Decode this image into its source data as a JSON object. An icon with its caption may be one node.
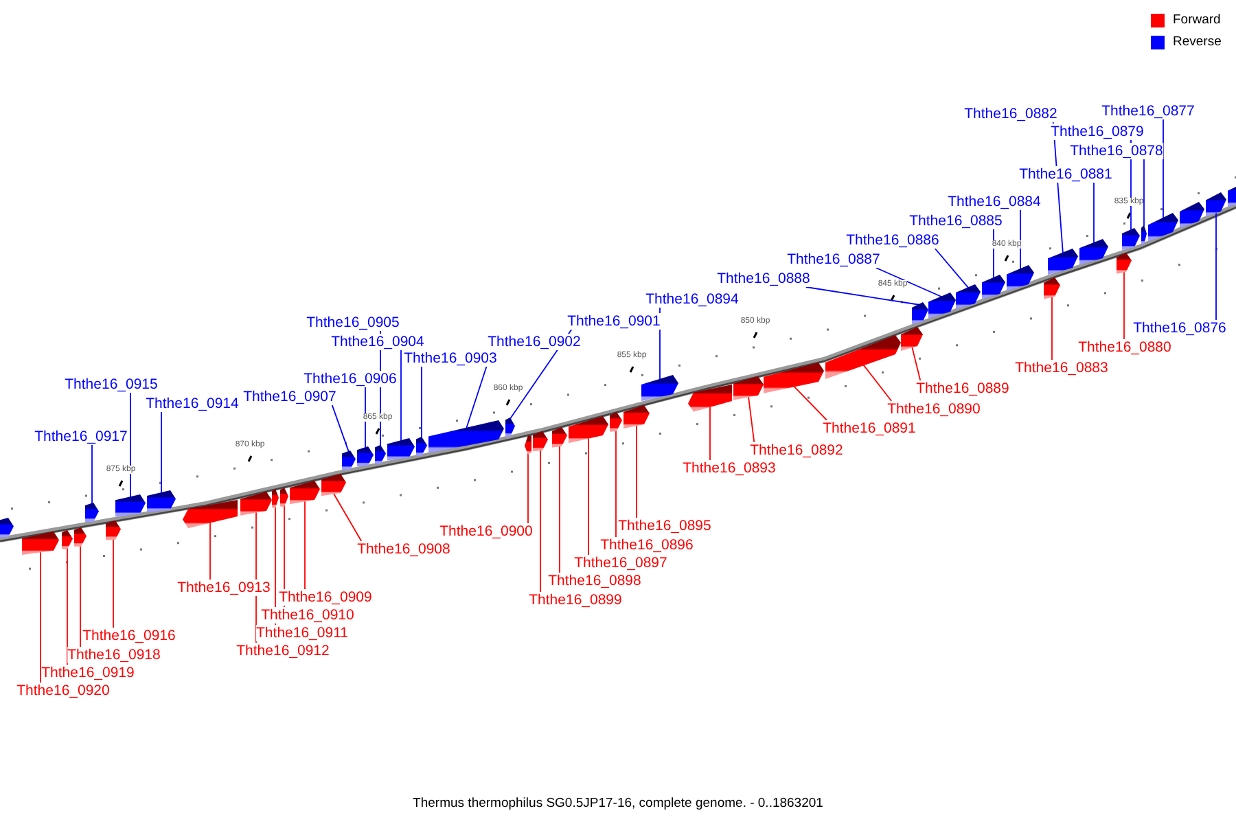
{
  "diagram": {
    "caption": "Thermus thermophilus SG0.5JP17-16, complete genome. - 0..1863201",
    "nodes": [
      {
        "text": [
          "Ththe16_0877"
        ]
      },
      {
        "text": [
          "Ththe16_0882"
        ]
      },
      {
        "text": [
          "Ththe16_0879"
        ]
      },
      {
        "text": [
          "Ththe16_0878"
        ]
      },
      {
        "text": [
          "Ththe16_0881"
        ]
      },
      {
        "text": [
          "Ththe16_0884"
        ]
      },
      {
        "text": [
          "Ththe16_0885"
        ]
      },
      {
        "text": [
          "Ththe16_0886"
        ]
      },
      {
        "text": [
          "Ththe16_0887"
        ]
      },
      {
        "text": [
          "Ththe16_0888"
        ]
      },
      {
        "text": [
          "Ththe16_0894"
        ]
      },
      {
        "text": [
          "Ththe16_0901"
        ]
      },
      {
        "text": [
          "Ththe16_0905"
        ]
      },
      {
        "text": [
          "Ththe16_0876"
        ]
      },
      {
        "text": [
          "Ththe16_0904"
        ]
      },
      {
        "text": [
          "Ththe16_0902"
        ]
      },
      {
        "text": [
          "Ththe16_0880"
        ]
      },
      {
        "text": [
          "Ththe16_0903"
        ]
      },
      {
        "text": [
          "Ththe16_0883"
        ]
      },
      {
        "text": [
          "Ththe16_0906"
        ]
      },
      {
        "text": [
          "Ththe16_0915"
        ]
      },
      {
        "text": [
          "Ththe16_0889"
        ]
      },
      {
        "text": [
          "Ththe16_0907"
        ]
      },
      {
        "text": [
          "Ththe16_0914"
        ]
      },
      {
        "text": [
          "Ththe16_0890"
        ]
      },
      {
        "text": [
          "Ththe16_0891"
        ]
      },
      {
        "text": [
          "Ththe16_0917"
        ]
      },
      {
        "text": [
          "Ththe16_0892"
        ]
      },
      {
        "text": [
          "Ththe16_0893"
        ]
      },
      {
        "text": [
          "Ththe16_0895"
        ]
      },
      {
        "text": [
          "Ththe16_0900"
        ]
      },
      {
        "text": [
          "Ththe16_0896"
        ]
      },
      {
        "text": [
          "Ththe16_0908"
        ]
      },
      {
        "text": [
          "Ththe16_0897"
        ]
      },
      {
        "text": [
          "Ththe16_0898"
        ]
      },
      {
        "text": [
          "Ththe16_0913"
        ]
      },
      {
        "text": [
          "Ththe16_0909"
        ]
      },
      {
        "text": [
          "Ththe16_0899"
        ]
      },
      {
        "text": [
          "Ththe16_0910"
        ]
      },
      {
        "text": [
          "Ththe16_0911"
        ]
      },
      {
        "text": [
          "Ththe16_0916"
        ]
      },
      {
        "text": [
          "Ththe16_0912"
        ]
      },
      {
        "text": [
          "Ththe16_0918"
        ]
      },
      {
        "text": [
          "Ththe16_0919"
        ]
      },
      {
        "text": [
          "Ththe16_0920"
        ]
      },
      {
        "text": [],
        "shape": "arrow"
      },
      {
        "text": [],
        "shape": "arrow"
      },
      {
        "text": [],
        "shape": "arrow"
      },
      {
        "text": [],
        "shape": "arrow"
      },
      {
        "text": [],
        "shape": "arrow"
      },
      {
        "text": [],
        "shape": "arrow"
      },
      {
        "text": [],
        "shape": "arrow"
      },
      {
        "text": [],
        "shape": "arrow"
      },
      {
        "text": [],
        "shape": "arrow"
      },
      {
        "text": [],
        "shape": "arrow"
      },
      {
        "text": [],
        "shape": "arrow"
      },
      {
        "text": [],
        "shape": "arrow"
      },
      {
        "text": [],
        "shape": "arrow"
      },
      {
        "text": [],
        "shape": "arrow"
      },
      {
        "text": [],
        "shape": "arrow"
      },
      {
        "text": [],
        "shape": "arrow"
      },
      {
        "text": [],
        "shape": "arrow"
      },
      {
        "text": [],
        "shape": "arrow"
      },
      {
        "text": [],
        "shape": "arrow"
      },
      {
        "text": [],
        "shape": "arrow"
      },
      {
        "text": [],
        "shape": "arrow"
      },
      {
        "text": [],
        "shape": "arrow"
      },
      {
        "text": [],
        "shape": "arrow"
      },
      {
        "text": [],
        "shape": "arrow"
      },
      {
        "text": [],
        "shape": "arrow"
      },
      {
        "text": [],
        "shape": "arrow"
      },
      {
        "text": [],
        "shape": "arrow"
      },
      {
        "text": [],
        "shape": "arrow"
      },
      {
        "text": [],
        "shape": "arrow"
      },
      {
        "text": [],
        "shape": "arrow"
      },
      {
        "text": [],
        "shape": "arrow"
      },
      {
        "text": [],
        "shape": "arrow"
      },
      {
        "text": [],
        "shape": "arrow"
      },
      {
        "text": [],
        "shape": "arrow"
      },
      {
        "text": [],
        "shape": "arrow"
      },
      {
        "text": [],
        "shape": "arrow"
      },
      {
        "text": [],
        "shape": "arrow"
      },
      {
        "text": [],
        "shape": "arrow"
      },
      {
        "text": [],
        "shape": "arrow"
      },
      {
        "text": [],
        "shape": "arrow"
      },
      {
        "text": [],
        "shape": "arrow"
      },
      {
        "text": [],
        "shape": "arrow"
      },
      {
        "text": [],
        "shape": "arrow"
      },
      {
        "text": [],
        "shape": "arrow"
      },
      {
        "text": [],
        "shape": "arrow"
      },
      {
        "text": [],
        "shape": "arrow"
      },
      {
        "text": [],
        "shape": "arrow"
      },
      {
        "text": [],
        "shape": "arrow"
      }
    ],
    "edges": [
      {
        "from": 0,
        "to": 89,
        "arrow": "none",
        "color": "#0000ff"
      },
      {
        "from": 1,
        "to": 84,
        "arrow": "none",
        "color": "#0000ff"
      },
      {
        "from": 2,
        "to": 87,
        "arrow": "none",
        "color": "#0000ff"
      },
      {
        "from": 3,
        "to": 88,
        "arrow": "none",
        "color": "#0000ff"
      },
      {
        "from": 4,
        "to": 85,
        "arrow": "none",
        "color": "#0000ff"
      },
      {
        "from": 5,
        "to": 82,
        "arrow": "none",
        "color": "#0000ff"
      },
      {
        "from": 6,
        "to": 81,
        "arrow": "none",
        "color": "#0000ff"
      },
      {
        "from": 7,
        "to": 80,
        "arrow": "none",
        "color": "#0000ff"
      },
      {
        "from": 8,
        "to": 79,
        "arrow": "none",
        "color": "#0000ff"
      },
      {
        "from": 9,
        "to": 78,
        "arrow": "none",
        "color": "#0000ff"
      },
      {
        "from": 10,
        "to": 72,
        "arrow": "none",
        "color": "#0000ff"
      },
      {
        "from": 11,
        "to": 65,
        "arrow": "none",
        "color": "#0000ff"
      },
      {
        "from": 12,
        "to": 61,
        "arrow": "none",
        "color": "#0000ff"
      },
      {
        "from": 13,
        "to": 91,
        "arrow": "none",
        "color": "#0000ff"
      },
      {
        "from": 14,
        "to": 62,
        "arrow": "none",
        "color": "#0000ff"
      },
      {
        "from": 15,
        "to": 64,
        "arrow": "none",
        "color": "#0000ff"
      },
      {
        "from": 16,
        "to": 86,
        "arrow": "none"
      },
      {
        "from": 17,
        "to": 63,
        "arrow": "none",
        "color": "#0000ff"
      },
      {
        "from": 18,
        "to": 83,
        "arrow": "none"
      },
      {
        "from": 19,
        "to": 60,
        "arrow": "none",
        "color": "#0000ff"
      },
      {
        "from": 20,
        "to": 51,
        "arrow": "none",
        "color": "#0000ff"
      },
      {
        "from": 21,
        "to": 77,
        "arrow": "none"
      },
      {
        "from": 22,
        "to": 59,
        "arrow": "none",
        "color": "#0000ff"
      },
      {
        "from": 23,
        "to": 52,
        "arrow": "none",
        "color": "#0000ff"
      },
      {
        "from": 24,
        "to": 76,
        "arrow": "none"
      },
      {
        "from": 25,
        "to": 75,
        "arrow": "none"
      },
      {
        "from": 26,
        "to": 49,
        "arrow": "none",
        "color": "#0000ff"
      },
      {
        "from": 27,
        "to": 74,
        "arrow": "none"
      },
      {
        "from": 28,
        "to": 73,
        "arrow": "none"
      },
      {
        "from": 29,
        "to": 71,
        "arrow": "none"
      },
      {
        "from": 30,
        "to": 66,
        "arrow": "none"
      },
      {
        "from": 31,
        "to": 70,
        "arrow": "none"
      },
      {
        "from": 32,
        "to": 58,
        "arrow": "none"
      },
      {
        "from": 33,
        "to": 69,
        "arrow": "none"
      },
      {
        "from": 34,
        "to": 68,
        "arrow": "none"
      },
      {
        "from": 35,
        "to": 53,
        "arrow": "none"
      },
      {
        "from": 36,
        "to": 57,
        "arrow": "none"
      },
      {
        "from": 37,
        "to": 67,
        "arrow": "none"
      },
      {
        "from": 38,
        "to": 56,
        "arrow": "none"
      },
      {
        "from": 39,
        "to": 55,
        "arrow": "none"
      },
      {
        "from": 40,
        "to": 50,
        "arrow": "none"
      },
      {
        "from": 41,
        "to": 54,
        "arrow": "none"
      },
      {
        "from": 42,
        "to": 48,
        "arrow": "none"
      },
      {
        "from": 43,
        "to": 47,
        "arrow": "none"
      },
      {
        "from": 44,
        "to": 46,
        "arrow": "none"
      }
    ],
    "labels": [
      "835 kbp",
      "840 kbp",
      "845 kbp",
      "850 kbp",
      "855 kbp",
      "860 kbp",
      "865 kbp",
      "870 kbp",
      "875 kbp"
    ],
    "legend": [
      {
        "text": "Forward",
        "color": "#ff0000"
      },
      {
        "text": "Reverse",
        "color": "#0000ff"
      }
    ]
  }
}
